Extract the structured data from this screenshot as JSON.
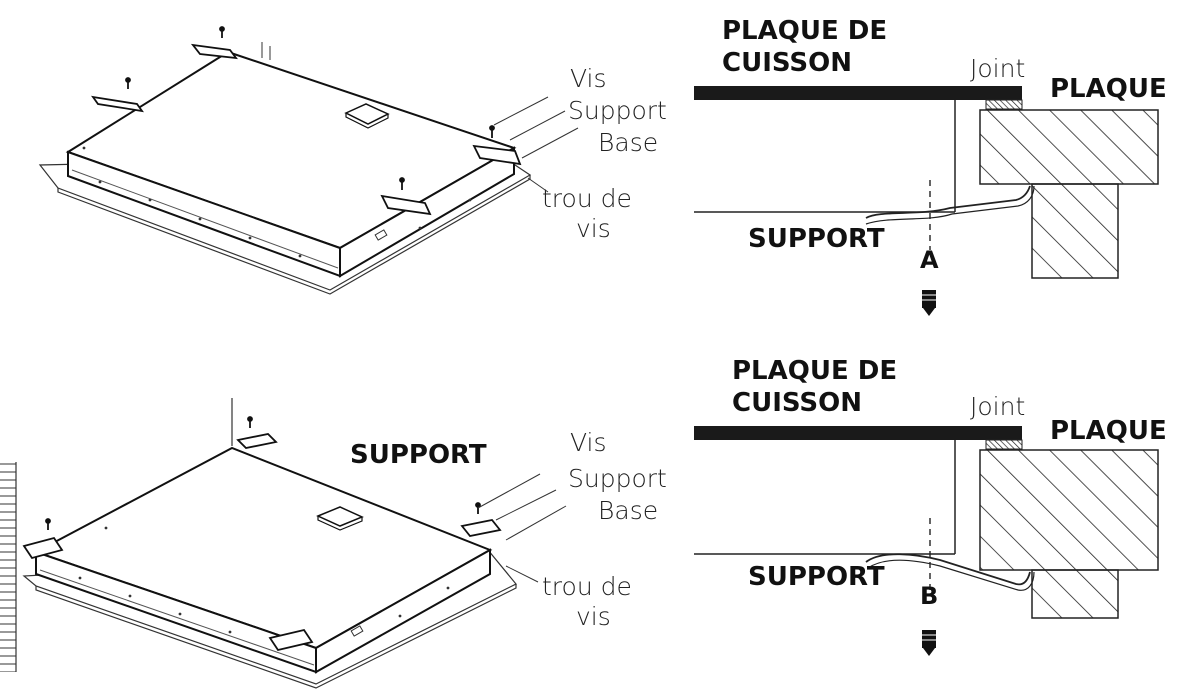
{
  "top_left": {
    "screw_label": "Vis",
    "support_label": "Support",
    "base_label": "Base",
    "hole_label_1": "trou de",
    "hole_label_2": "vis"
  },
  "top_right": {
    "hob_label_1": "PLAQUE DE",
    "hob_label_2": "CUISSON",
    "seal_label": "Joint",
    "counter_label": "PLAQUE",
    "support_label": "SUPPORT",
    "marker": "A"
  },
  "bottom_left": {
    "support_title": "SUPPORT",
    "screw_label": "Vis",
    "support_label": "Support",
    "base_label": "Base",
    "hole_label_1": "trou de",
    "hole_label_2": "vis"
  },
  "bottom_right": {
    "hob_label_1": "PLAQUE DE",
    "hob_label_2": "CUISSON",
    "seal_label": "Joint",
    "counter_label": "PLAQUE",
    "support_label": "SUPPORT",
    "marker": "B"
  }
}
